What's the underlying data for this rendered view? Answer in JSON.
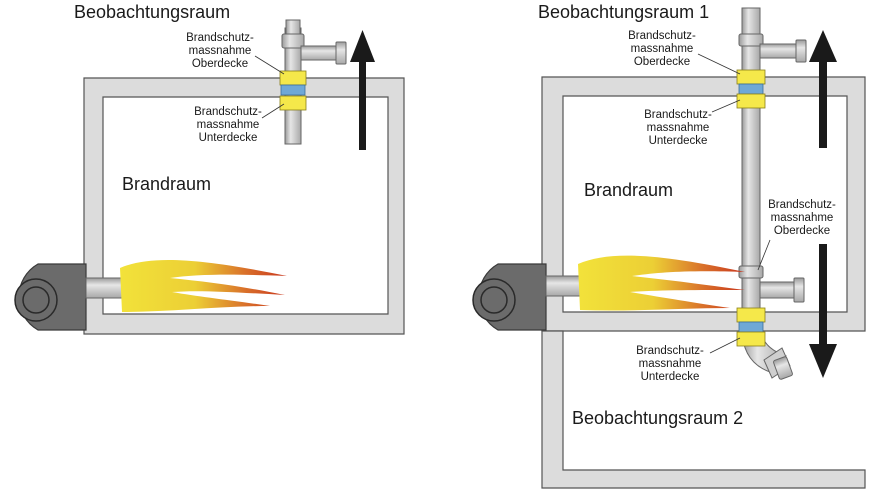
{
  "left": {
    "room_above": "Beobachtungsraum",
    "fire_room": "Brandraum",
    "label_upper_ceiling": "Brandschutz-\nmassnahme\nOberdecke",
    "label_lower_ceiling": "Brandschutz-\nmassnahme\nUnterdecke"
  },
  "right": {
    "room_above": "Beobachtungsraum 1",
    "fire_room": "Brandraum",
    "room_below": "Beobachtungsraum 2",
    "label_upper_ceiling_top": "Brandschutz-\nmassnahme\nOberdecke",
    "label_lower_ceiling_top": "Brandschutz-\nmassnahme\nUnterdecke",
    "label_upper_ceiling_bottom": "Brandschutz-\nmassnahme\nOberdecke",
    "label_lower_ceiling_bottom": "Brandschutz-\nmassnahme\nUnterdecke"
  },
  "colors": {
    "wall": "#dcdcdc",
    "pipe": "#c8c8c8",
    "fan": "#6b6b6b",
    "protection": "#f5e84a",
    "seal": "#6fa8d6",
    "flame_yellow": "#f2e23a",
    "flame_red": "#c8361e",
    "arrow": "#1a1a1a"
  }
}
